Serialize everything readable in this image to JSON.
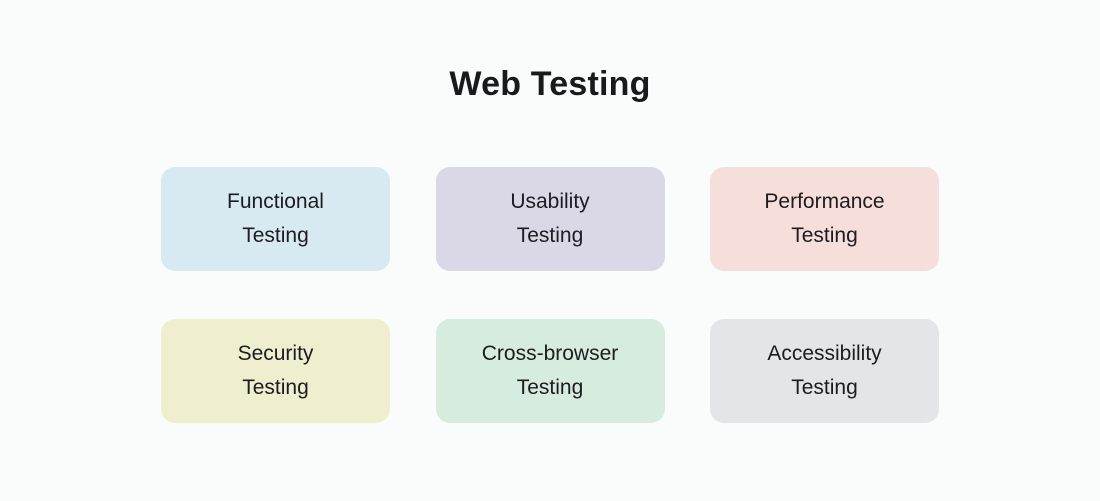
{
  "page": {
    "background": "#fafbfb",
    "title": "Web Testing",
    "title_color": "#1a1a1c",
    "card_text_color": "#1c1c21"
  },
  "cards": [
    {
      "id": "functional-testing",
      "label": "Functional\nTesting",
      "color": "#d7eaf2"
    },
    {
      "id": "usability-testing",
      "label": "Usability\nTesting",
      "color": "#dad7e6"
    },
    {
      "id": "performance-testing",
      "label": "Performance\nTesting",
      "color": "#f6dedb"
    },
    {
      "id": "security-testing",
      "label": "Security\nTesting",
      "color": "#efefcf"
    },
    {
      "id": "cross-browser-testing",
      "label": "Cross-browser\nTesting",
      "color": "#d6ecdf"
    },
    {
      "id": "accessibility-testing",
      "label": "Accessibility\nTesting",
      "color": "#e3e5e8"
    }
  ]
}
